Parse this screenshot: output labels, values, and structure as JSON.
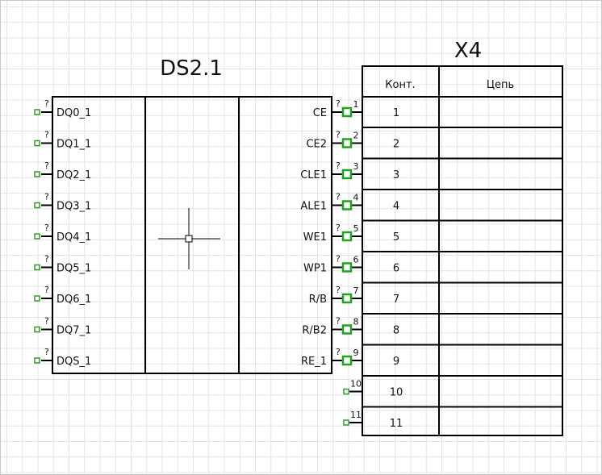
{
  "component": {
    "designator": "DS2.1",
    "left_pins": [
      "DQ0_1",
      "DQ1_1",
      "DQ2_1",
      "DQ3_1",
      "DQ4_1",
      "DQ5_1",
      "DQ6_1",
      "DQ7_1",
      "DQS_1"
    ],
    "right_pins": [
      "CE",
      "CE2",
      "CLE1",
      "ALE1",
      "WE1",
      "WP1",
      "R/B",
      "R/B2",
      "RE_1"
    ],
    "pin_marker": "?"
  },
  "connector": {
    "designator": "X4",
    "col_contact": "Конт.",
    "col_net": "Цепь",
    "rows": [
      "1",
      "2",
      "3",
      "4",
      "5",
      "6",
      "7",
      "8",
      "9",
      "10",
      "11"
    ],
    "nets": [
      "",
      "",
      "",
      "",
      "",
      "",
      "",
      "",
      "",
      "",
      ""
    ]
  },
  "colors": {
    "pin_square": "#2e9e2e",
    "grid": "#e4e4e4"
  }
}
